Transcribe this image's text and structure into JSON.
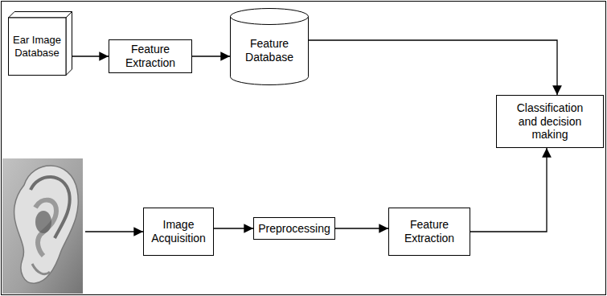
{
  "diagram": {
    "nodes": [
      {
        "text": [
          "Ear Image Database"
        ]
      },
      {
        "text": [
          "Feature Extraction"
        ]
      },
      {
        "text": [
          "Feature Database"
        ]
      },
      {
        "text": [
          "Classification and decision making"
        ]
      },
      {
        "text": [
          "Image Acquisition"
        ]
      },
      {
        "text": [
          "Preprocessing"
        ]
      },
      {
        "text": [
          "Feature Extraction"
        ]
      }
    ],
    "edges": [
      {
        "from": 0,
        "to": 1,
        "arrow": "to"
      },
      {
        "from": 1,
        "to": 2,
        "arrow": "to"
      },
      {
        "from": 2,
        "to": 3,
        "arrow": "to"
      },
      {
        "from": 4,
        "to": 5,
        "arrow": "to"
      },
      {
        "from": 5,
        "to": 6,
        "arrow": "to"
      },
      {
        "from": 6,
        "to": 3,
        "arrow": "to"
      }
    ]
  }
}
